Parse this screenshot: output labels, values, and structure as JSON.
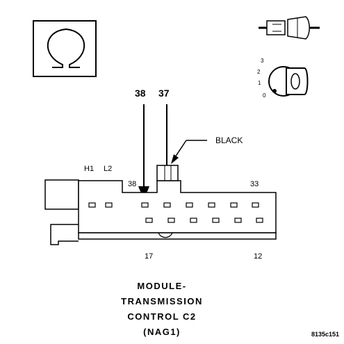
{
  "pin_callouts": {
    "left": "38",
    "right": "37"
  },
  "wire_color": "BLACK",
  "connector_labels": {
    "h1": "H1",
    "l2": "L2",
    "pin38": "38",
    "pin33": "33",
    "pin17": "17",
    "pin12": "12"
  },
  "ignition_positions": [
    "3",
    "2",
    "1",
    "0"
  ],
  "title_lines": [
    "MODULE-",
    "TRANSMISSION",
    "CONTROL C2",
    "(NAG1)"
  ],
  "figure_code": "8135c151",
  "icons": [
    "ground-symbol-icon",
    "connector-plug-icon",
    "ignition-key-icon"
  ]
}
